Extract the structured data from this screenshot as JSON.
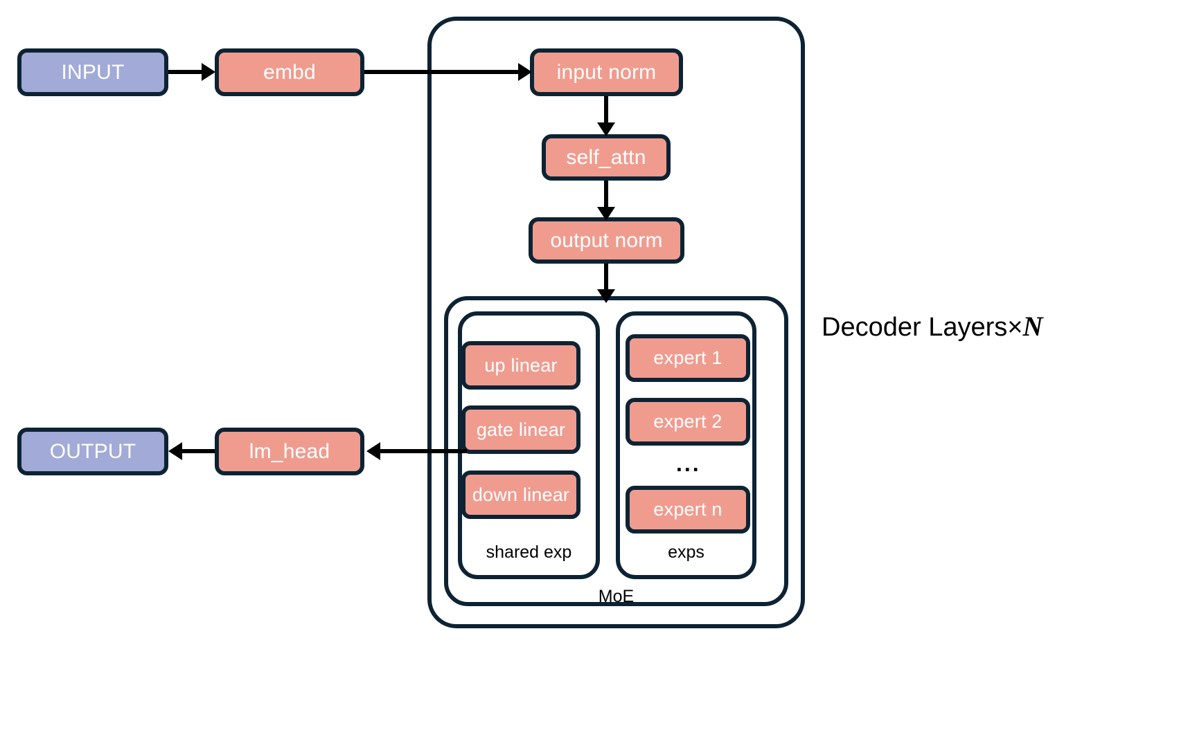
{
  "diagram": {
    "title": "MoE decoder-only transformer architecture",
    "colors": {
      "input_output_fill": "#a2abd7",
      "module_fill": "#ef9c8f",
      "stroke": "#0d2333",
      "connector": "#000000",
      "background": "#ffffff"
    },
    "nodes": {
      "input": "INPUT",
      "embd": "embd",
      "input_norm": "input norm",
      "self_attn": "self_attn",
      "output_norm": "output norm",
      "up_linear": "up linear",
      "gate_linear": "gate linear",
      "down_linear": "down linear",
      "expert_1": "expert 1",
      "expert_2": "expert 2",
      "expert_ellipsis": "...",
      "expert_n": "expert n",
      "lm_head": "lm_head",
      "output": "OUTPUT"
    },
    "groups": {
      "shared_exp": "shared exp",
      "exps": "exps",
      "moe": "MoE",
      "decoder_layers_prefix": "Decoder Layers×",
      "decoder_layers_count": "N"
    }
  }
}
